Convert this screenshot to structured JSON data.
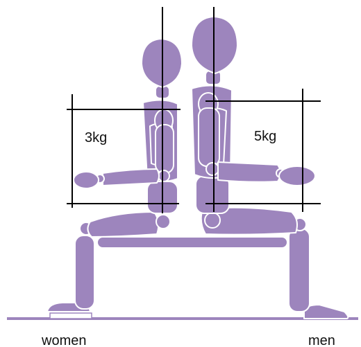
{
  "diagram": {
    "colors": {
      "mannequin": "#9d85bd",
      "outline": "#ffffff",
      "guide_lines": "#000000",
      "floor": "#9d85bd",
      "background": "#ffffff"
    },
    "weights": {
      "women": "3kg",
      "men": "5kg"
    },
    "labels": {
      "women": "women",
      "men": "men"
    }
  }
}
